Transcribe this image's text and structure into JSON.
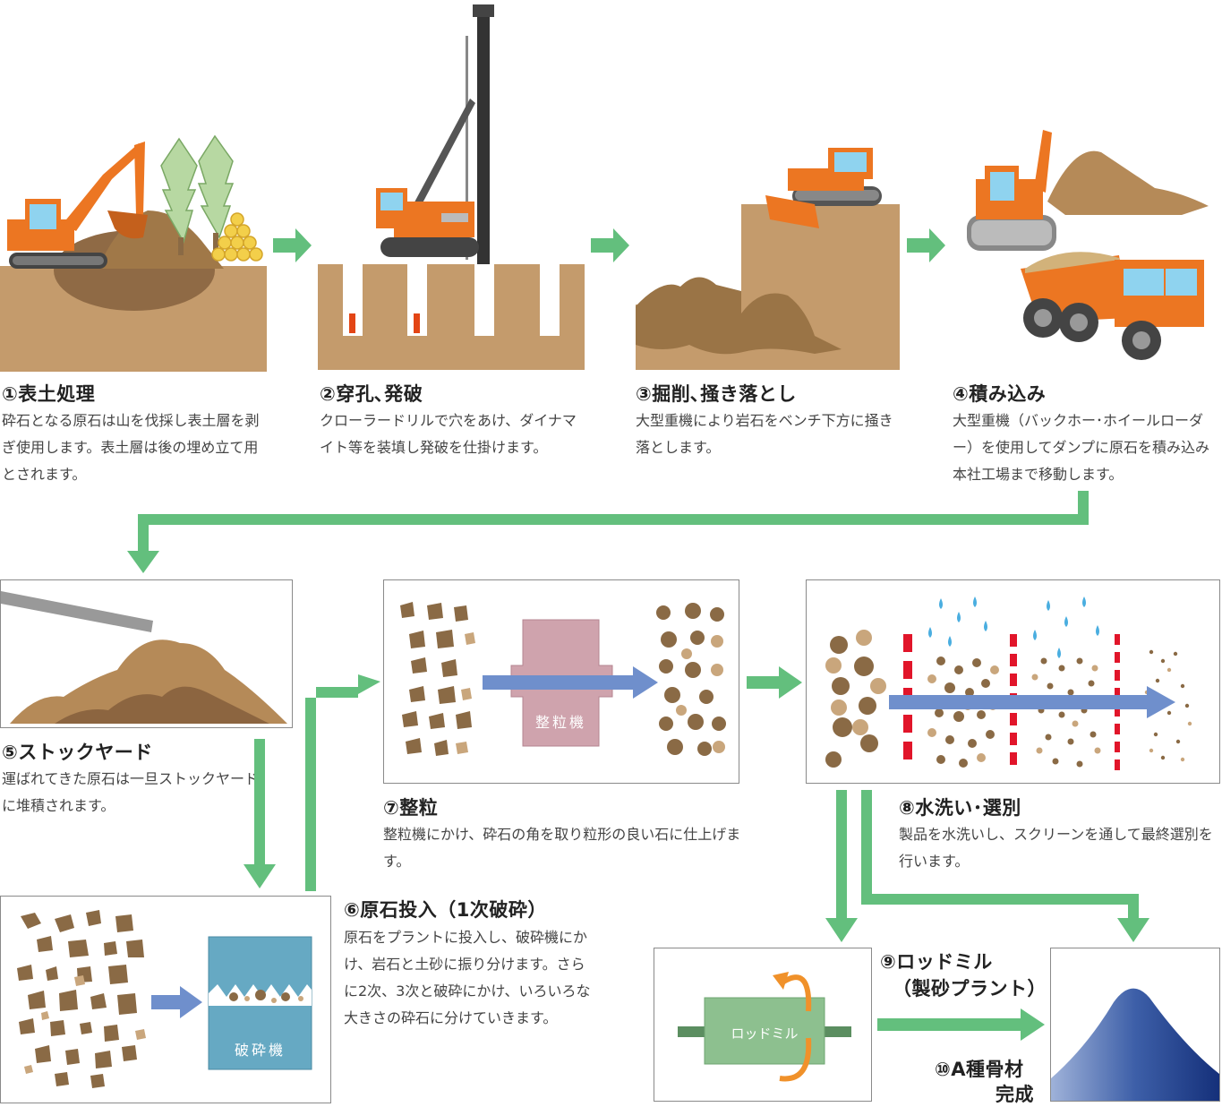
{
  "steps": [
    {
      "title": "①表土処理",
      "desc": "砕石となる原石は山を伐採し表土層を剥ぎ使用します。表土層は後の埋め立て用とされます。"
    },
    {
      "title": "②穿孔､発破",
      "desc": "クローラードリルで穴をあけ、ダイナマイト等を装填し発破を仕掛けます。"
    },
    {
      "title": "③掘削､掻き落とし",
      "desc": "大型重機により岩石をベンチ下方に掻き落とします。"
    },
    {
      "title": "④積み込み",
      "desc": "大型重機（バックホー･ホイールローダー）を使用してダンプに原石を積み込み本社工場まで移動します。"
    },
    {
      "title": "⑤ストックヤード",
      "desc": "運ばれてきた原石は一旦ストックヤードに堆積されます。"
    },
    {
      "title": "⑥原石投入（1次破砕）",
      "desc": "原石をプラントに投入し、破砕機にかけ、岩石と土砂に振り分けます。さらに2次、3次と破砕にかけ、いろいろな大きさの砕石に分けていきます。"
    },
    {
      "title": "⑦整粒",
      "desc": "整粒機にかけ、砕石の角を取り粒形の良い石に仕上げます。"
    },
    {
      "title": "⑧水洗い･選別",
      "desc": "製品を水洗いし、スクリーンを通して最終選別を行います。"
    },
    {
      "title_line1": "⑨ロッドミル",
      "title_line2": "（製砂プラント）"
    },
    {
      "title_line1": "⑩A種骨材",
      "title_line2": "完成"
    }
  ],
  "machines": {
    "crusher": "破砕機",
    "shaper": "整粒機",
    "rodmill": "ロッドミル"
  },
  "colors": {
    "arrow_green": "#63bf7d",
    "arrow_blue": "#6f8fcc",
    "machinery_orange": "#ec7622",
    "soil": "#c49b6c",
    "crusher_blue": "#66a9c3",
    "shaper_pink": "#cfa3ad",
    "rodmill_green": "#8dc08f",
    "screen_red": "#e1152a",
    "water_blue": "#4aaee0",
    "product_navy": "#1a3a85"
  }
}
